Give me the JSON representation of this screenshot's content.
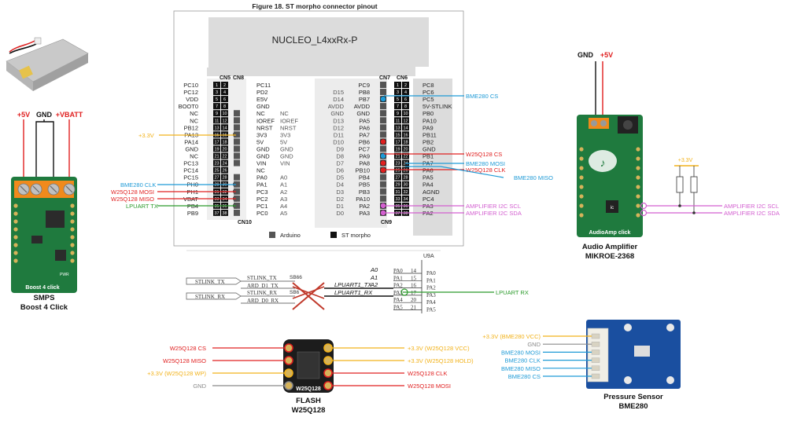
{
  "figure": {
    "title": "Figure 18. ST morpho connector pinout"
  },
  "board": {
    "name": "NUCLEO_L4xxRx-P"
  },
  "connectors": {
    "cn5": "CN5",
    "cn8": "CN8",
    "cn10": "CN10",
    "cn7": "CN7",
    "cn6": "CN6",
    "cn9": "CN9"
  },
  "legend": {
    "arduino": "Arduino",
    "morpho": "ST morpho"
  },
  "left_morpho": {
    "outer": [
      "PC10",
      "PC12",
      "VDD",
      "BOOT0",
      "NC",
      "NC",
      "PB12",
      "PA13",
      "PA14",
      "GND",
      "NC",
      "PC13",
      "PC14",
      "PC15",
      "PH0",
      "PH1",
      "VBAT",
      "PB4",
      "PB9"
    ],
    "inner": [
      "PC11",
      "PD2",
      "E5V",
      "GND",
      "NC",
      "IOREF",
      "NRST",
      "3V3",
      "5V",
      "GND",
      "GND",
      "VIN",
      "NC",
      "PA0",
      "PA1",
      "PC3",
      "PC2",
      "PC1",
      "PC0"
    ],
    "arduino": [
      "",
      "",
      "",
      "",
      "NC",
      "IOREF",
      "NRST",
      "3V3",
      "5V",
      "GND",
      "GND",
      "VIN",
      "",
      "A0",
      "A1",
      "A2",
      "A3",
      "A4",
      "A5"
    ],
    "pins_odd": [
      "1",
      "3",
      "5",
      "7",
      "9",
      "11",
      "13",
      "15",
      "17",
      "19",
      "21",
      "23",
      "25",
      "27",
      "29",
      "31",
      "33",
      "35",
      "37"
    ],
    "pins_even": [
      "2",
      "4",
      "6",
      "8",
      "10",
      "12",
      "14",
      "16",
      "18",
      "20",
      "22",
      "24",
      "26",
      "28",
      "30",
      "32",
      "34",
      "36",
      "38"
    ],
    "header_nums": [
      "1",
      "2",
      "3",
      "4",
      "5",
      "6",
      "7",
      "8",
      "1",
      "2",
      "3",
      "4",
      "5",
      "6"
    ]
  },
  "right_morpho": {
    "inner": [
      "PC9",
      "PB8",
      "PB7",
      "AVDD",
      "GND",
      "PA5",
      "PA6",
      "PA7",
      "PB6",
      "PC7",
      "PA9",
      "PA8",
      "PB10",
      "PB4",
      "PB5",
      "PB3",
      "PA10",
      "PA2",
      "PA3"
    ],
    "arduino": [
      "",
      "D15",
      "D14",
      "AVDD",
      "GND",
      "D13",
      "D12",
      "D11",
      "D10",
      "D9",
      "D8",
      "D7",
      "D6",
      "D5",
      "D4",
      "D3",
      "D2",
      "D1",
      "D0"
    ],
    "outer": [
      "PC8",
      "PC6",
      "PC5",
      "5V-STLINK",
      "PB0",
      "PA10",
      "PA9",
      "PB11",
      "PB2",
      "GND",
      "PB1",
      "PA7",
      "PA6",
      "PA5",
      "PA4",
      "AGND",
      "PC4",
      "PA3",
      "PA2"
    ],
    "pins_odd": [
      "1",
      "3",
      "5",
      "7",
      "9",
      "11",
      "13",
      "15",
      "17",
      "19",
      "21",
      "23",
      "25",
      "27",
      "29",
      "31",
      "33",
      "35",
      "37"
    ],
    "pins_even": [
      "2",
      "4",
      "6",
      "8",
      "10",
      "12",
      "14",
      "16",
      "18",
      "20",
      "22",
      "24",
      "26",
      "28",
      "30",
      "32",
      "34",
      "36",
      "38"
    ],
    "header_nums": [
      "10",
      "9",
      "8",
      "7",
      "6",
      "5",
      "4",
      "3",
      "2",
      "1",
      "8",
      "7",
      "6",
      "5",
      "4",
      "3",
      "2",
      "1"
    ]
  },
  "left_signals": {
    "v33": "+3.3V",
    "bme_clk": "BME280 CLK",
    "w_mosi": "W25Q128 MOSI",
    "w_miso": "W25Q128 MISO",
    "lpuart_tx": "LPUART TX"
  },
  "right_signals": {
    "bme_cs": "BME280 CS",
    "w_cs": "W25Q128 CS",
    "bme_mosi": "BME280 MOSI",
    "w_clk": "W25Q128 CLK",
    "bme_miso": "BME280 MISO",
    "amp_scl": "AMPLIFIER I2C SCL",
    "amp_sda": "AMPLIFIER I2C SDA"
  },
  "smps": {
    "plus5v": "+5V",
    "gnd": "GND",
    "vbatt": "+VBATT",
    "title": "SMPS",
    "subtitle": "Boost 4 Click",
    "board_text": "Boost 4 click",
    "pwr": "PWR"
  },
  "schematic": {
    "u9a": "U9A",
    "stlink_tx": "STLINK_TX",
    "stlink_rx": "STLINK_RX",
    "net_st_tx": "STLINK_TX",
    "net_ard_tx": "ARD_D1_TX",
    "net_st_rx": "STLINK_RX",
    "net_ard_rx": "ARD_D0_RX",
    "sb66": "SB66",
    "sb_x": "SB6",
    "a0": "A0",
    "a1": "A1",
    "a2": "A2",
    "lp1tx": "LPUART1_TX",
    "lp1rx": "LPUART1_RX",
    "pins": [
      {
        "name": "PA0",
        "num": "14",
        "port": "PA0"
      },
      {
        "name": "PA1",
        "num": "15",
        "port": "PA1"
      },
      {
        "name": "PA2",
        "num": "16",
        "port": "PA2"
      },
      {
        "name": "PA3",
        "num": "17",
        "port": "PA3"
      },
      {
        "name": "PA4",
        "num": "20",
        "port": "PA4"
      },
      {
        "name": "PA5",
        "num": "21",
        "port": "PA5"
      }
    ],
    "lpuart_rx": "LPUART RX"
  },
  "amplifier": {
    "gnd": "GND",
    "plus5v": "+5V",
    "v33": "+3.3V",
    "scl": "AMPLIFIER I2C SCL",
    "sda": "AMPLIFIER I2C SDA",
    "title": "Audio Amplifier",
    "subtitle": "MIKROE-2368",
    "board_text": "AudioAmp click",
    "ic": "ic"
  },
  "flash": {
    "left_labels": [
      "W25Q128 CS",
      "W25Q128 MISO",
      "+3.3V (W25Q128 WP)",
      "GND"
    ],
    "right_labels": [
      "+3.3V (W25Q128 VCC)",
      "+3.3V (W25Q128 HOLD)",
      "W25Q128 CLK",
      "W25Q128 MOSI"
    ],
    "chip": "W25Q128",
    "title": "FLASH",
    "subtitle": "W25Q128"
  },
  "sensor": {
    "labels": [
      "+3.3V (BME280 VCC)",
      "GND",
      "BME280 MOSI",
      "BME280 CLK",
      "BME280 MISO",
      "BME280 CS"
    ],
    "title": "Pressure Sensor",
    "subtitle": "BME280"
  },
  "colors": {
    "red": "#e02020",
    "blue": "#1e9ad6",
    "yellow": "#f2b21a",
    "green": "#2a9a2a",
    "magenta": "#d35fd0",
    "gray": "#8a8a8a",
    "pcb_green": "#1f7a3e",
    "pcb_blue": "#1a4fa0"
  }
}
